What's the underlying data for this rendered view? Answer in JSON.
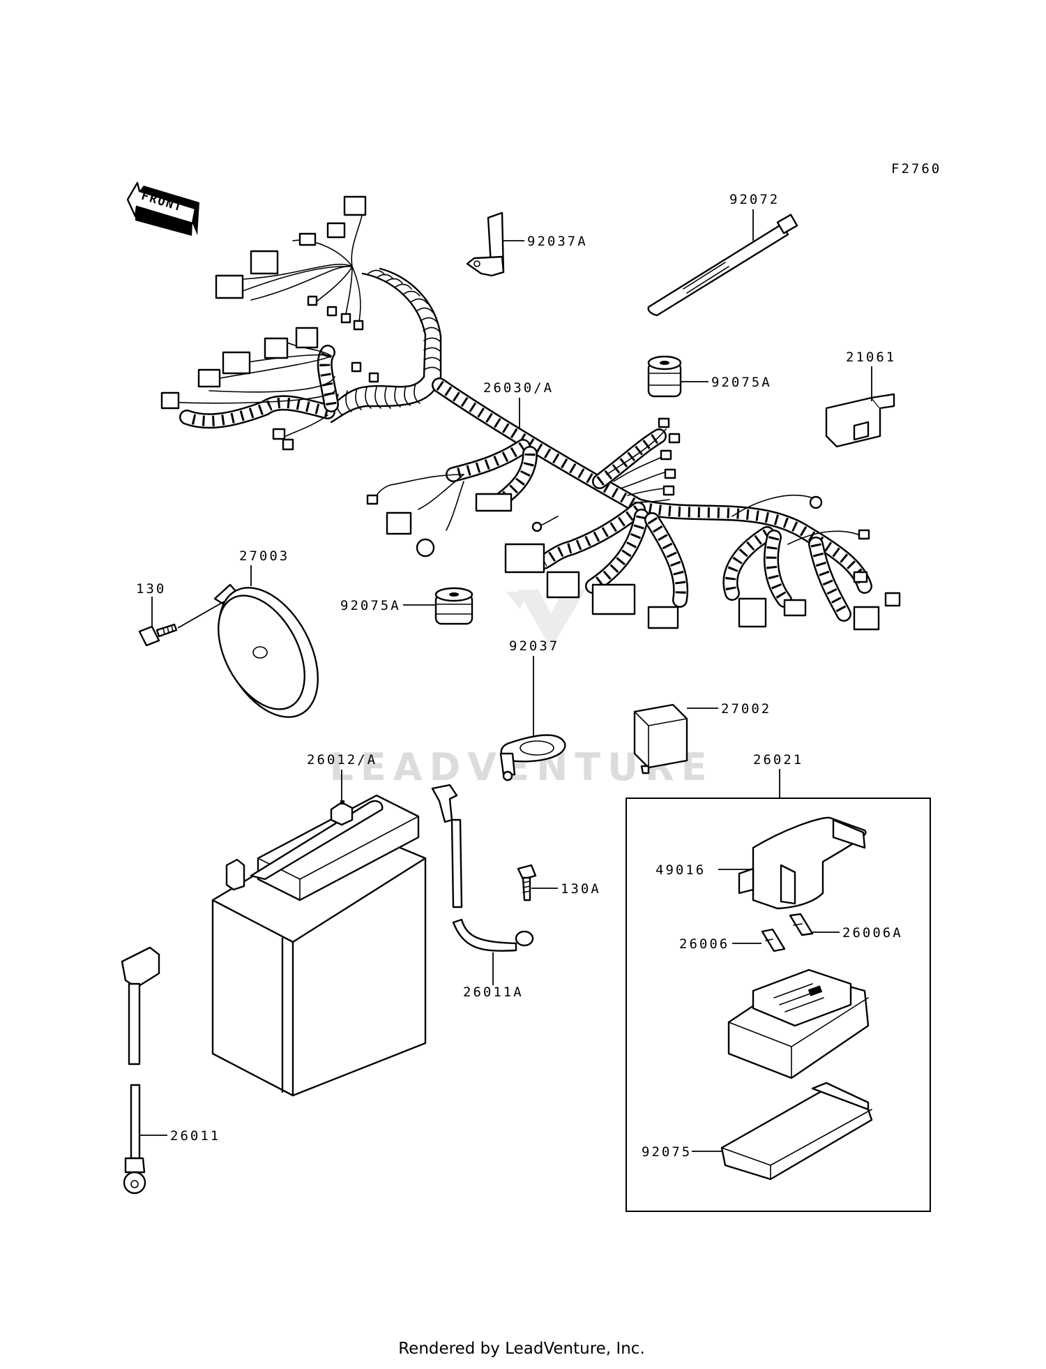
{
  "diagram_code": "F2760",
  "front_label": "FRONT",
  "watermark": "LEADVENTURE",
  "footer": "Rendered by LeadVenture, Inc.",
  "parts": {
    "p92072": "92072",
    "p92037A": "92037A",
    "p92075A_top": "92075A",
    "p21061": "21061",
    "p26030A": "26030/A",
    "p27003": "27003",
    "p130": "130",
    "p92075A_mid": "92075A",
    "p92037": "92037",
    "p27002": "27002",
    "p26012A": "26012/A",
    "p26021": "26021",
    "p49016": "49016",
    "p130A": "130A",
    "p26006A": "26006A",
    "p26006": "26006",
    "p26011A": "26011A",
    "p26011": "26011",
    "p92075": "92075"
  }
}
